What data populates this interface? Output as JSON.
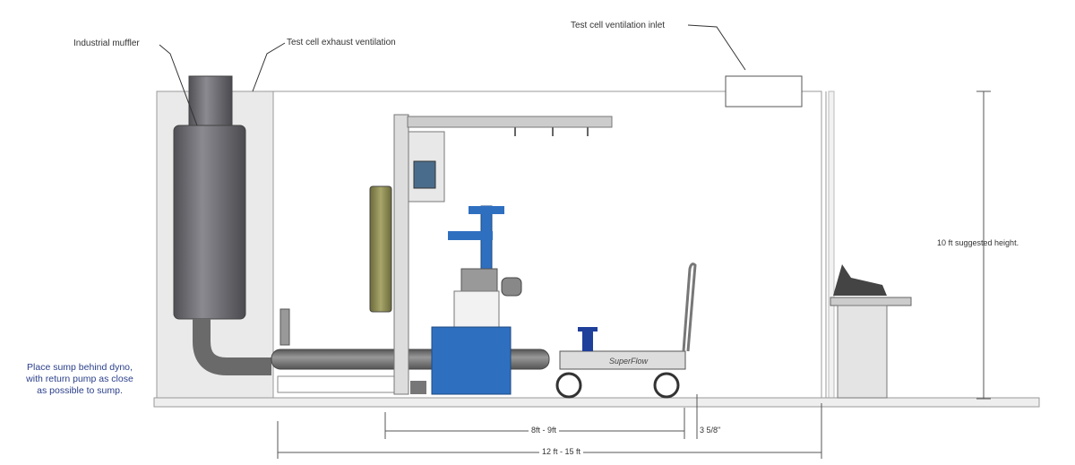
{
  "labels": {
    "muffler": "Industrial muffler",
    "exhaust": "Test cell exhaust ventilation",
    "inlet": "Test cell ventilation inlet",
    "height": "10 ft suggested height.",
    "sump_note": [
      "Place sump behind dyno,",
      "with return pump as close",
      "as possible to sump."
    ],
    "dim_cart": "8ft - 9ft",
    "dim_gap": "3 5/8\"",
    "dim_total": "12 ft - 15 ft"
  },
  "cart_logo": "SuperFlow",
  "colors": {
    "dyno_blue": "#2f6fc0",
    "muffler": "#6e6e72",
    "note_text": "#2a3f8a"
  }
}
